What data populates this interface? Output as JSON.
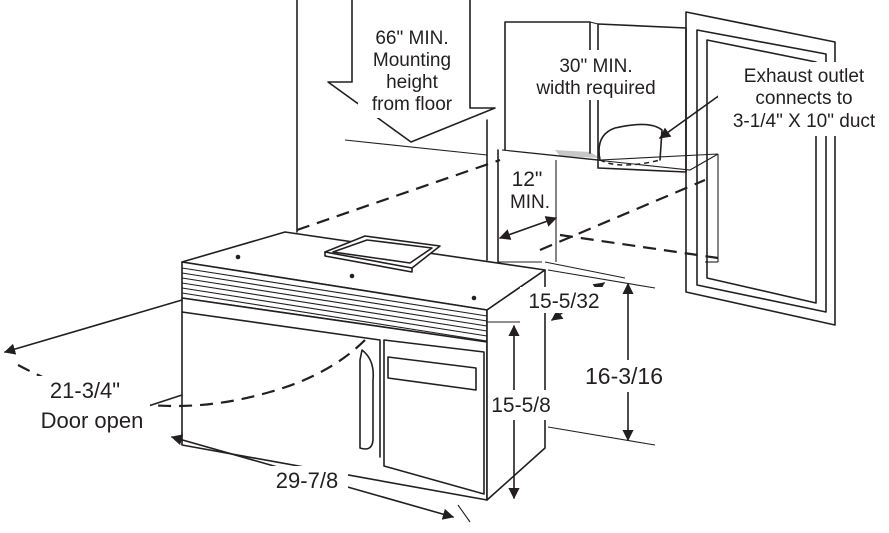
{
  "labels": {
    "mount_height": [
      "66\" MIN.",
      "Mounting",
      "height",
      "from floor"
    ],
    "width_required": [
      "30\" MIN.",
      "width required"
    ],
    "exhaust": [
      "Exhaust outlet",
      "connects to",
      "3-1/4\" X 10\" duct"
    ],
    "cabinet_depth": [
      "12\"",
      "MIN."
    ],
    "depth": "15-5/32",
    "overall_height": "16-3/16",
    "front_height": "15-5/8",
    "door_open": [
      "21-3/4\"",
      "Door open"
    ],
    "width": "29-7/8"
  }
}
